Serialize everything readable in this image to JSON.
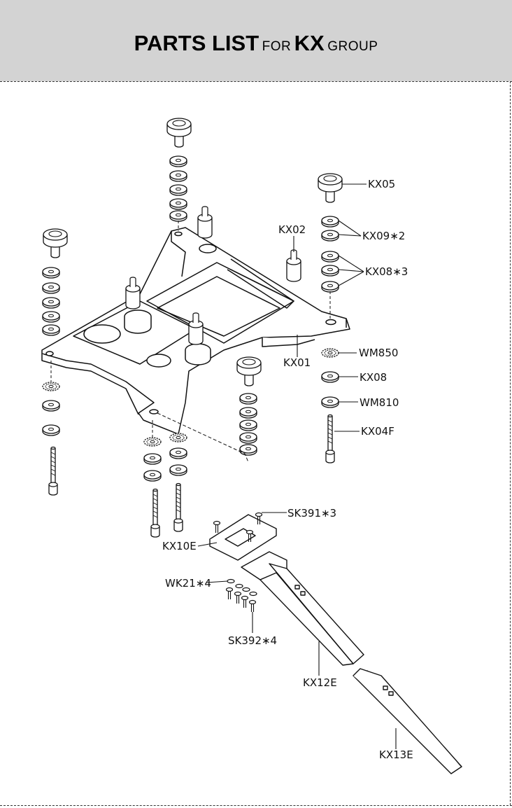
{
  "header": {
    "title_parts_list": "PARTS LIST",
    "title_for": "FOR",
    "title_group_code": "KX",
    "title_group": "GROUP"
  },
  "callouts": {
    "kx05": "KX05",
    "kx02": "KX02",
    "kx09": "KX09∗2",
    "kx08x3": "KX08∗3",
    "kx01": "KX01",
    "wm850": "WM850",
    "kx08": "KX08",
    "wm810": "WM810",
    "kx04f": "KX04F",
    "sk391": "SK391∗3",
    "kx10e": "KX10E",
    "wk21": "WK21∗4",
    "sk392": "SK392∗4",
    "kx12e": "KX12E",
    "kx13e": "KX13E"
  },
  "colors": {
    "header_bg": "#d3d3d3",
    "line": "#111111"
  }
}
